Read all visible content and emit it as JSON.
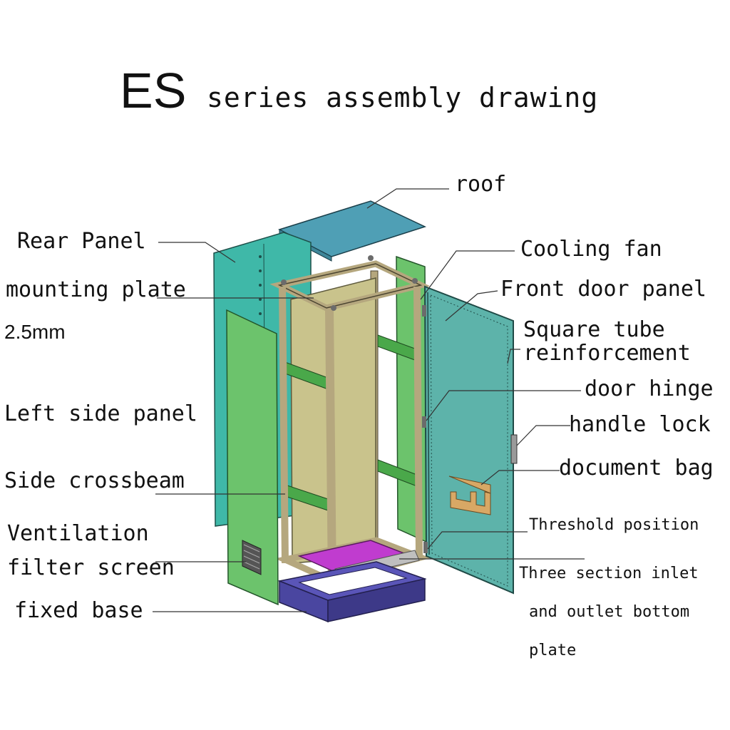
{
  "title": {
    "prefix": "ES",
    "text": "series assembly drawing"
  },
  "labels": {
    "roof": "roof",
    "rear_panel": "Rear Panel",
    "mounting_plate": "mounting plate",
    "thickness": "2.5mm",
    "left_side_panel": "Left side panel",
    "side_crossbeam": "Side crossbeam",
    "ventilation_1": "Ventilation",
    "ventilation_2": "filter screen",
    "fixed_base": "fixed base",
    "cooling_fan": "Cooling fan",
    "front_door_panel": "Front door panel",
    "square_tube_1": "Square tube",
    "square_tube_2": "reinforcement",
    "door_hinge": "door hinge",
    "handle_lock": "handle lock",
    "document_bag": "document bag",
    "threshold_position": "Threshold position",
    "bottom_plate_1": "Three section inlet",
    "bottom_plate_2": "and outlet bottom",
    "bottom_plate_3": "plate"
  },
  "colors": {
    "roof": "#4f9fb5",
    "rear_panel": "#3fb8a8",
    "left_panel": "#6cc36c",
    "right_panel": "#6cc36c",
    "mounting_plate": "#c9c38c",
    "frame": "#b5a77e",
    "crossbeam": "#4aa84a",
    "door": "#5db3aa",
    "base": "#5a55b8",
    "bottom_plate": "#c03ccf",
    "document_bag": "#d8a865"
  }
}
